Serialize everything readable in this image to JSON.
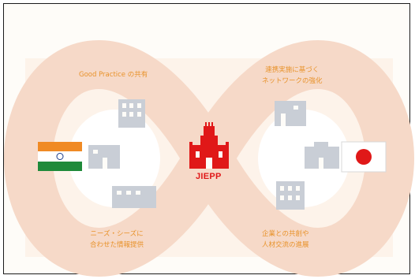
{
  "labels": {
    "top_left": "Good Practice の共有",
    "top_right_line1": "連携実施に基づく",
    "top_right_line2": "ネットワークの強化",
    "bottom_left_line1": "ニーズ・シーズに",
    "bottom_left_line2": "合わせた情報提供",
    "bottom_right_line1": "企業との共創や",
    "bottom_right_line2": "人材交流の進展",
    "center": "JIEPP"
  },
  "colors": {
    "loop": "#f6ddd0",
    "loop_light": "#fbeee6",
    "accent_text": "#e8922a",
    "brand_red": "#e01818",
    "building": "#c9ced6"
  },
  "icons": [
    "india-flag-icon",
    "japan-flag-icon",
    "jiepp-tower-icon",
    "building-icon"
  ]
}
